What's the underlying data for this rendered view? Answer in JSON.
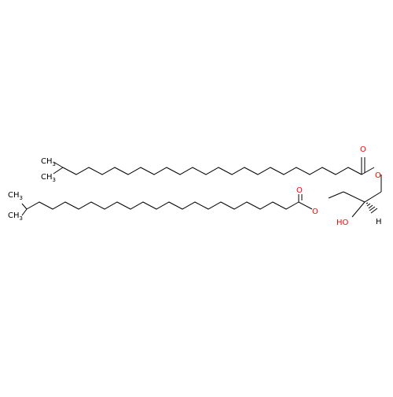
{
  "molecule": {
    "atom_labels": {
      "o_carbonyl_1": "O",
      "o_ester_1": "O",
      "o_carbonyl_2": "O",
      "o_ester_2": "O",
      "hydroxyl": "HO",
      "stereo_h": "H",
      "methyl_top_1": "CH",
      "methyl_top_1_sub": "3",
      "methyl_top_2": "CH",
      "methyl_top_2_sub": "3",
      "methyl_bot_1": "CH",
      "methyl_bot_1_sub": "3",
      "methyl_bot_2": "CH",
      "methyl_bot_2_sub": "3"
    },
    "colors": {
      "bond": "#000000",
      "oxygen": "#ff0000",
      "carbon_label": "#000000"
    }
  }
}
